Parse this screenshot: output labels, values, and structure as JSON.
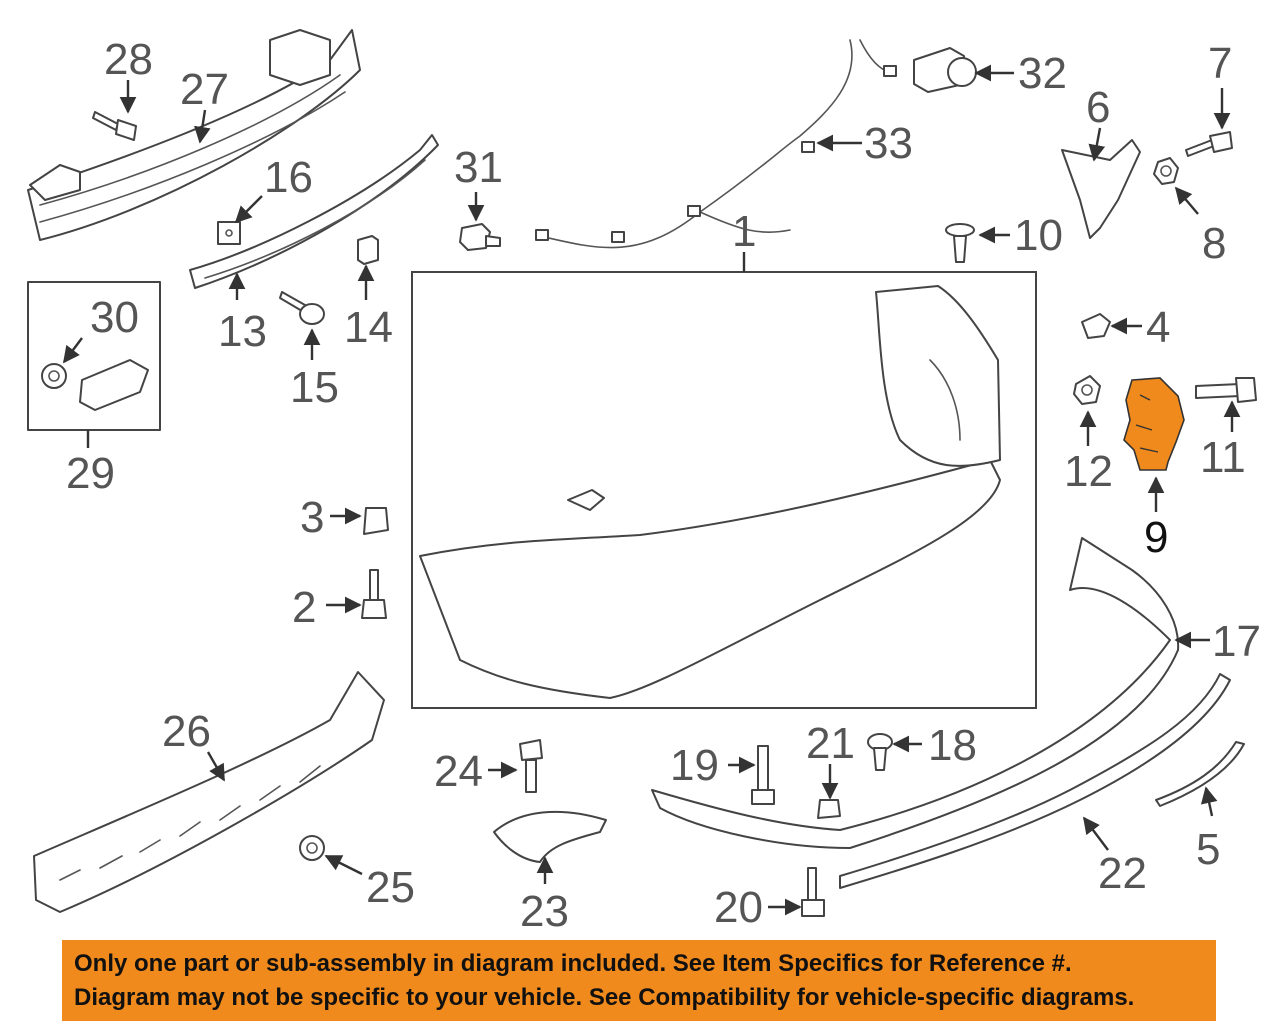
{
  "diagram": {
    "highlight_color": "#f08a1c",
    "line_color": "#444444",
    "labels": {
      "p1": "1",
      "p2": "2",
      "p3": "3",
      "p4": "4",
      "p5": "5",
      "p6": "6",
      "p7": "7",
      "p8": "8",
      "p9": "9",
      "p10": "10",
      "p11": "11",
      "p12": "12",
      "p13": "13",
      "p14": "14",
      "p15": "15",
      "p16": "16",
      "p17": "17",
      "p18": "18",
      "p19": "19",
      "p20": "20",
      "p21": "21",
      "p22": "22",
      "p23": "23",
      "p24": "24",
      "p25": "25",
      "p26": "26",
      "p27": "27",
      "p28": "28",
      "p29": "29",
      "p30": "30",
      "p31": "31",
      "p32": "32",
      "p33": "33"
    },
    "highlighted_part": "9"
  },
  "banner": {
    "background": "#f08a1c",
    "line1": "Only one part or sub-assembly in diagram included. See Item Specifics for Reference #.",
    "line2": "Diagram may not be specific to your vehicle. See Compatibility for vehicle-specific diagrams."
  }
}
